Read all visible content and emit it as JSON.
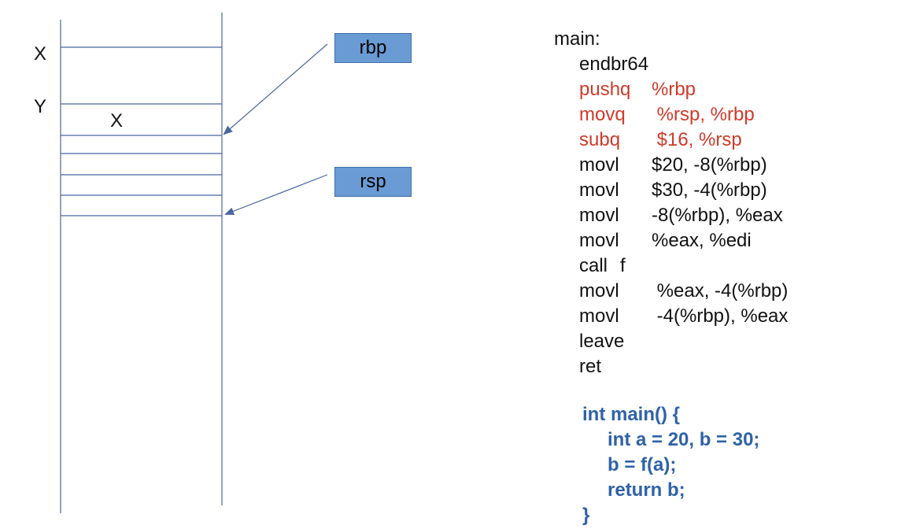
{
  "colors": {
    "stack_line": "#4a66a0",
    "box_fill": "#6a9bd4",
    "box_border": "#3f6fa8",
    "asm_text": "#111111",
    "asm_highlight": "#d03a2a",
    "c_source": "#2f62a8"
  },
  "stack": {
    "labels": [
      "X",
      "Y"
    ],
    "slot_text": "X"
  },
  "registers": {
    "rbp": "rbp",
    "rsp": "rsp"
  },
  "asm": {
    "label": "main:",
    "lines": [
      {
        "op": "endbr64",
        "args": "",
        "highlight": false
      },
      {
        "op": "pushq",
        "args": "%rbp",
        "highlight": true
      },
      {
        "op": "movq",
        "args": " %rsp, %rbp",
        "highlight": true
      },
      {
        "op": "subq",
        "args": " $16, %rsp",
        "highlight": true
      },
      {
        "op": "movl",
        "args": "$20, -8(%rbp)",
        "highlight": false
      },
      {
        "op": "movl",
        "args": "$30, -4(%rbp)",
        "highlight": false
      },
      {
        "op": "movl",
        "args": "-8(%rbp), %eax",
        "highlight": false
      },
      {
        "op": "movl",
        "args": "%eax, %edi",
        "highlight": false
      },
      {
        "op": "call",
        "args": "f",
        "highlight": false
      },
      {
        "op": "movl",
        "args": " %eax, -4(%rbp)",
        "highlight": false
      },
      {
        "op": "movl",
        "args": " -4(%rbp), %eax",
        "highlight": false
      },
      {
        "op": "leave",
        "args": "",
        "highlight": false
      },
      {
        "op": "ret",
        "args": "",
        "highlight": false
      }
    ]
  },
  "c_source": {
    "lines": [
      "int main() {",
      "int a = 20, b = 30;",
      "b = f(a);",
      "return b;",
      "}"
    ]
  }
}
